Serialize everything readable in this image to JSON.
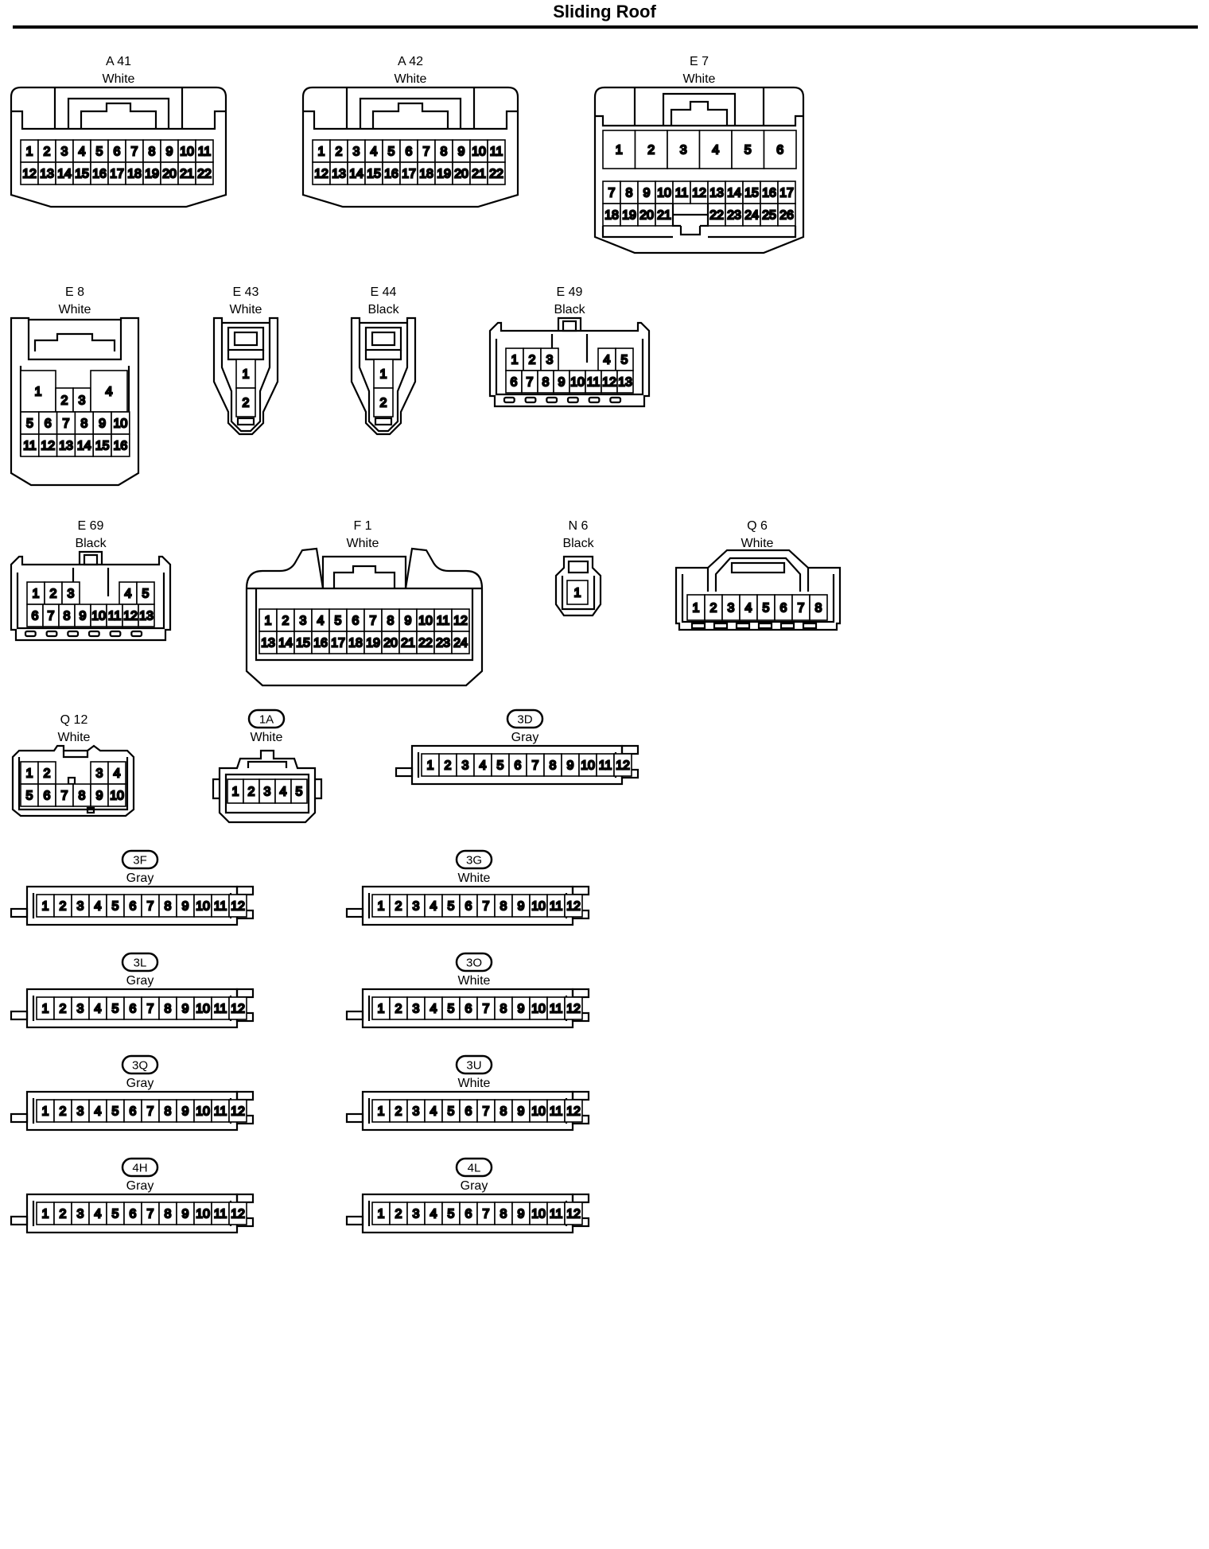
{
  "title": "Sliding Roof",
  "connectors": [
    {
      "id": "A 41",
      "color": "White"
    },
    {
      "id": "A 42",
      "color": "White"
    },
    {
      "id": "E 7",
      "color": "White"
    },
    {
      "id": "E 8",
      "color": "White"
    },
    {
      "id": "E 43",
      "color": "White"
    },
    {
      "id": "E 44",
      "color": "Black"
    },
    {
      "id": "E 49",
      "color": "Black"
    },
    {
      "id": "E 69",
      "color": "Black"
    },
    {
      "id": "F 1",
      "color": "White"
    },
    {
      "id": "N 6",
      "color": "Black"
    },
    {
      "id": "Q 6",
      "color": "White"
    },
    {
      "id": "Q 12",
      "color": "White"
    },
    {
      "id": "1A",
      "color": "White"
    },
    {
      "id": "3D",
      "color": "Gray"
    },
    {
      "id": "3F",
      "color": "Gray"
    },
    {
      "id": "3G",
      "color": "White"
    },
    {
      "id": "3L",
      "color": "Gray"
    },
    {
      "id": "3O",
      "color": "White"
    },
    {
      "id": "3Q",
      "color": "Gray"
    },
    {
      "id": "3U",
      "color": "White"
    },
    {
      "id": "4H",
      "color": "Gray"
    },
    {
      "id": "4L",
      "color": "Gray"
    }
  ]
}
